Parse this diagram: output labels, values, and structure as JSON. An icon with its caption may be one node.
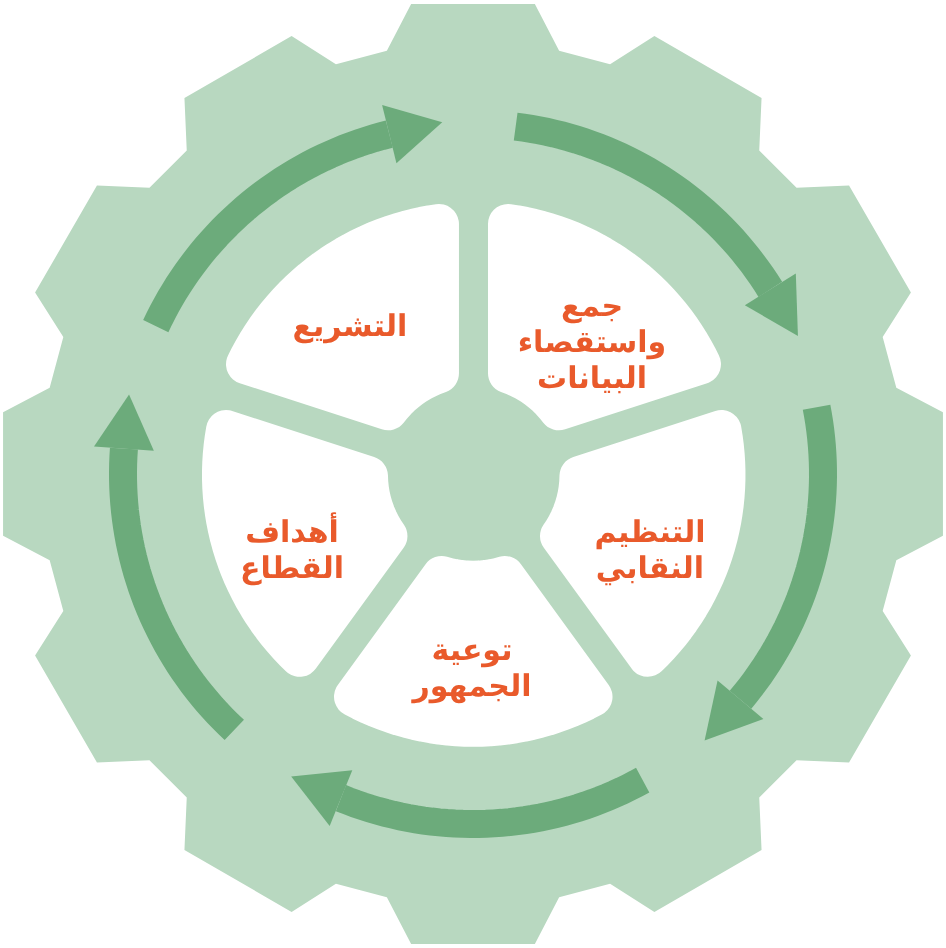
{
  "diagram": {
    "nodes": [
      {
        "text": [
          "جمع واستقصاء البيانات"
        ]
      },
      {
        "text": [
          "التنظيم النقابي"
        ]
      },
      {
        "text": [
          "توعية الجمهور"
        ]
      },
      {
        "text": [
          "أهداف القطاع"
        ]
      },
      {
        "text": [
          "التشريع"
        ]
      }
    ]
  }
}
